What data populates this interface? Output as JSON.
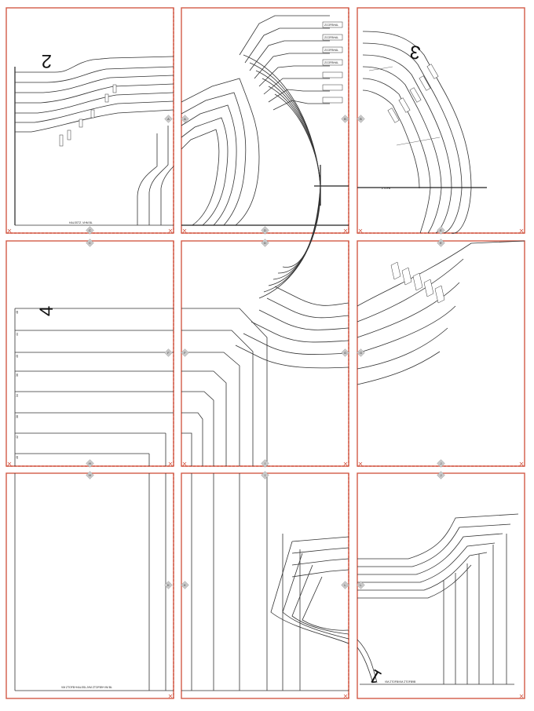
{
  "sheet": {
    "piece_numbers": [
      "2",
      "3",
      "4",
      "1"
    ],
    "piece_captions": {
      "p2": "HALSSTZ ,VHM BL",
      "p3_axis": "ZTOFB",
      "p1": "VM ZTOFB/VM ZTOFB9B",
      "p4": "VM ZTOFB+HALSSLJVM ZTOFB9+VM BL"
    },
    "tile_markers": [
      "A",
      "B",
      "C",
      "D",
      "E",
      "F",
      "G",
      "H",
      "I",
      "J",
      "K",
      "L"
    ],
    "size_labels": [
      "48",
      "44",
      "40",
      "36",
      "34",
      "38",
      "42",
      "46"
    ],
    "notch_labels": [
      "ZCOFBHAL",
      "ZCOFBHAL",
      "ZCOFBHAL",
      "ZCOFBHAL"
    ],
    "colors": {
      "frame": "#d35b48",
      "line": "#333333",
      "marker": "#c9c9c9"
    }
  }
}
